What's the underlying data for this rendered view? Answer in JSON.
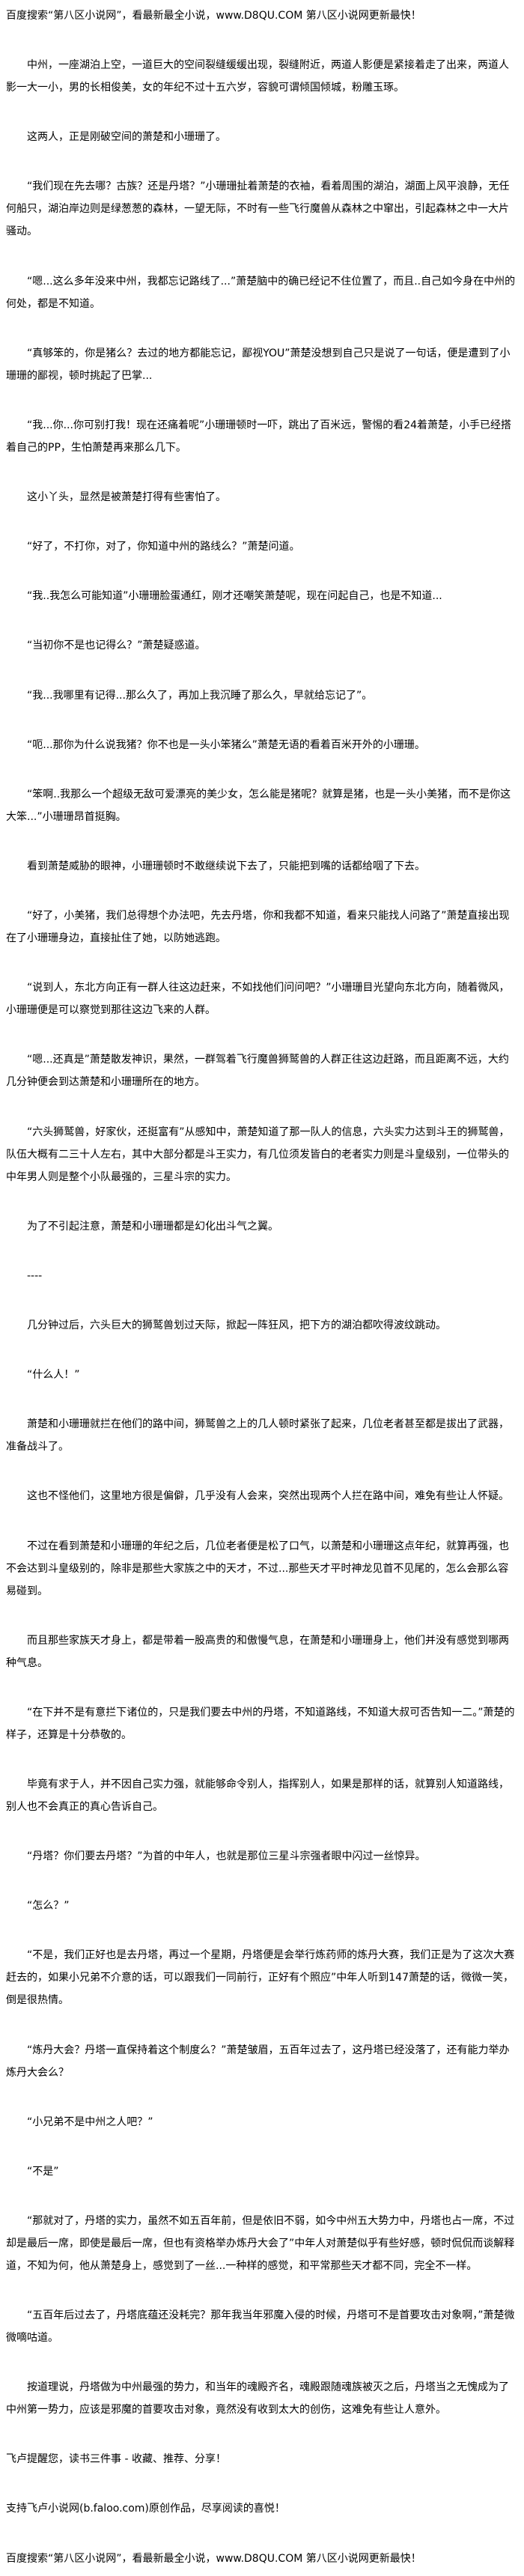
{
  "page": {
    "background_color": "#ffffff",
    "text_color": "#000000"
  },
  "header": {
    "ad_text": "百度搜索“第八区小说网”，看最新最全小说，www.D8QU.COM 第八区小说网更新最快！"
  },
  "chapter": {
    "paragraphs": [
      "中州，一座湖泊上空，一道巨大的空间裂缝缓缓出现，裂缝附近，两道人影便是紧接着走了出来，两道人影一大一小，男的长相俊美，女的年纪不过十五六岁，容貌可谓倾国倾城，粉雕玉琢。",
      "这两人，正是刚破空间的萧楚和小珊珊了。",
      "“我们现在先去哪？古族？还是丹塔？”小珊珊扯着萧楚的衣袖，看着周围的湖泊，湖面上风平浪静，无任何船只，湖泊岸边则是绿葱葱的森林，一望无际，不时有一些飞行魔兽从森林之中窜出，引起森林之中一大片骚动。",
      "“嗯...这么多年没来中州，我都忘记路线了...”萧楚脑中的确已经记不住位置了，而且..自己如今身在中州的何处，都是不知道。",
      "“真够笨的，你是猪么？去过的地方都能忘记，鄙视YOU”萧楚没想到自己只是说了一句话，便是遭到了小珊珊的鄙视，顿时挑起了巴掌...",
      "“我...你...你可别打我！现在还痛着呢”小珊珊顿时一吓，跳出了百米远，警惕的看24着萧楚，小手已经搭着自己的PP，生怕萧楚再来那么几下。",
      "这小丫头，显然是被萧楚打得有些害怕了。",
      "“好了，不打你，对了，你知道中州的路线么？”萧楚问道。",
      "“我..我怎么可能知道”小珊珊脸蛋通红，刚才还嘲笑萧楚呢，现在问起自己，也是不知道...",
      "“当初你不是也记得么？”萧楚疑惑道。",
      "“我...我哪里有记得...那么久了，再加上我沉睡了那么久，早就给忘记了”。",
      "“呃...那你为什么说我猪？你不也是一头小笨猪么”萧楚无语的看着百米开外的小珊珊。",
      "“笨啊..我那么一个超级无敌可爱漂亮的美少女，怎么能是猪呢？就算是猪，也是一头小美猪，而不是你这大笨...”小珊珊昂首挺胸。",
      "看到萧楚威胁的眼神，小珊珊顿时不敢继续说下去了，只能把到嘴的话都给咽了下去。",
      "“好了，小美猪，我们总得想个办法吧，先去丹塔，你和我都不知道，看来只能找人问路了”萧楚直接出现在了小珊珊身边，直接扯住了她，以防她逃跑。",
      "“说到人，东北方向正有一群人往这边赶来，不如找他们问问吧？”小珊珊目光望向东北方向，随着微风，小珊珊便是可以察觉到那往这边飞来的人群。",
      "“嗯...还真是”萧楚散发神识，果然，一群驾着飞行魔兽狮鹫兽的人群正往这边赶路，而且距离不远，大约几分钟便会到达萧楚和小珊珊所在的地方。",
      "“六头狮鹫兽，好家伙，还挺富有”从感知中，萧楚知道了那一队人的信息，六头实力达到斗王的狮鹫兽，队伍大概有二三十人左右，其中大部分都是斗王实力，有几位须发皆白的老者实力则是斗皇级别，一位带头的中年男人则是整个小队最强的，三星斗宗的实力。",
      "为了不引起注意，萧楚和小珊珊都是幻化出斗气之翼。",
      "----",
      "几分钟过后，六头巨大的狮鹫兽划过天际，掀起一阵狂风，把下方的湖泊都吹得波纹跳动。",
      "“什么人！”",
      "萧楚和小珊珊就拦在他们的路中间，狮鹫兽之上的几人顿时紧张了起来，几位老者甚至都是拔出了武器，准备战斗了。",
      "这也不怪他们，这里地方很是偏僻，几乎没有人会来，突然出现两个人拦在路中间，难免有些让人怀疑。",
      "不过在看到萧楚和小珊珊的年纪之后，几位老者便是松了口气，以萧楚和小珊珊这点年纪，就算再强，也不会达到斗皇级别的，除非是那些大家族之中的天才，不过...那些天才平时神龙见首不见尾的，怎么会那么容易碰到。",
      "而且那些家族天才身上，都是带着一股高贵的和傲慢气息，在萧楚和小珊珊身上，他们并没有感觉到哪两种气息。",
      "“在下并不是有意拦下诸位的，只是我们要去中州的丹塔，不知道路线，不知道大叔可否告知一二。”萧楚的样子，还算是十分恭敬的。",
      "毕竟有求于人，并不因自己实力强，就能够命令别人，指挥别人，如果是那样的话，就算别人知道路线，别人也不会真正的真心告诉自己。",
      "“丹塔？你们要去丹塔？”为首的中年人，也就是那位三星斗宗强者眼中闪过一丝惊异。",
      "“怎么？”",
      "“不是，我们正好也是去丹塔，再过一个星期，丹塔便是会举行炼药师的炼丹大赛，我们正是为了这次大赛赶去的，如果小兄弟不介意的话，可以跟我们一同前行，正好有个照应”中年人听到147萧楚的话，微微一笑，倒是很热情。",
      "“炼丹大会？丹塔一直保持着这个制度么？”萧楚皱眉，五百年过去了，这丹塔已经没落了，还有能力举办炼丹大会么？",
      "“小兄弟不是中州之人吧？”",
      "“不是”",
      "“那就对了，丹塔的实力，虽然不如五百年前，但是依旧不弱，如今中州五大势力中，丹塔也占一席，不过却是最后一席，即使是最后一席，但也有资格举办炼丹大会了”中年人对萧楚似乎有些好感，顿时侃侃而谈解释道，不知为何，他从萧楚身上，感觉到了一丝...一种样的感觉，和平常那些天才都不同，完全不一样。",
      "“五百年后过去了，丹塔底蕴还没耗完？那年我当年邪魔入侵的时候，丹塔可不是首要攻击对象啊，”萧楚微微嘀咕道。",
      "按道理说，丹塔做为中州最强的势力，和当年的魂殿齐名，魂殿跟随魂族被灭之后，丹塔当之无愧成为了中州第一势力，应该是邪魔的首要攻击对象，竟然没有收到太大的创伤，这难免有些让人意外。"
    ]
  },
  "promo": {
    "reminder": "飞卢提醒您，读书三件事 - 收藏、推荐、分享！",
    "support": "支持飞卢小说网(b.faloo.com)原创作品，尽享阅读的喜悦！"
  },
  "footer": {
    "ad_text": "百度搜索“第八区小说网”，看最新最全小说，www.D8QU.COM 第八区小说网更新最快！"
  }
}
